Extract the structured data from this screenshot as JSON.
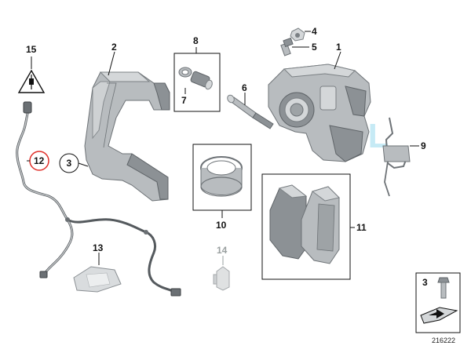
{
  "diagram": {
    "callouts": {
      "c1": "1",
      "c2": "2",
      "c3": "3",
      "c4": "4",
      "c5": "5",
      "c6": "6",
      "c7": "7",
      "c8": "8",
      "c9": "9",
      "c10": "10",
      "c11": "11",
      "c12": "12",
      "c13": "13",
      "c14": "14",
      "c15": "15"
    },
    "inset_label": "3",
    "diagram_number": "216222",
    "watermark": "SOL",
    "colors": {
      "part": "#b8bcbf",
      "callout_12_ring": "#e0302a",
      "grey_label_14": "#9aa0a0",
      "watermark": "#a9dff0"
    }
  }
}
